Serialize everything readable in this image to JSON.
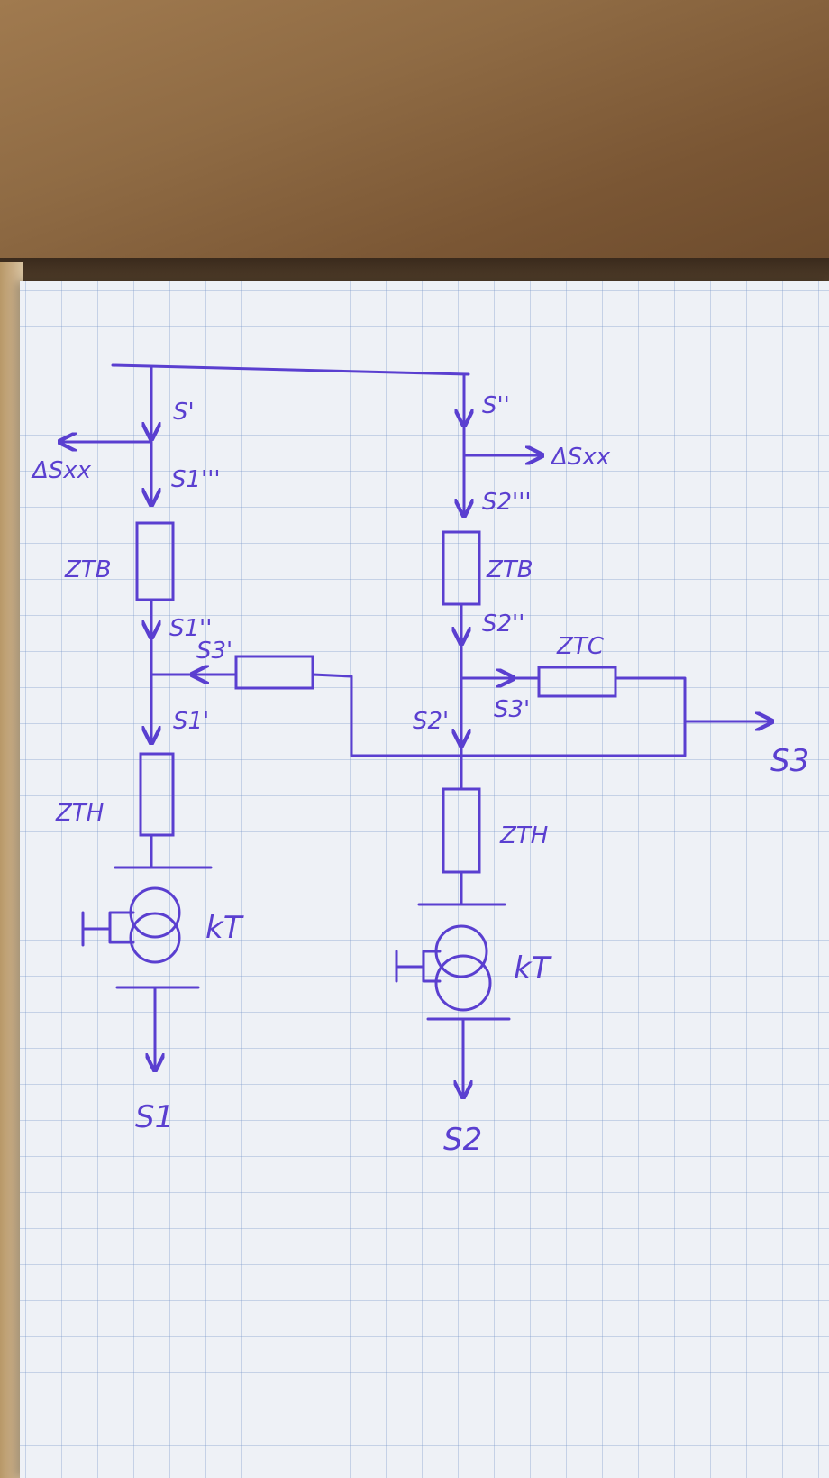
{
  "labels": {
    "s1_prime": "S'",
    "s1_triple": "S1'''",
    "ds_xx_left": "ΔSxx",
    "z_tv_left": "ZTB",
    "s1_double": "S1''",
    "s3_prime_left": "S3'",
    "s1_single": "S1'",
    "z_tn_left": "ZTH",
    "k_t_left": "kT",
    "s1_load": "S1",
    "s2_double_top": "S''",
    "ds_xx_right": "ΔSxx",
    "s2_triple": "S2'''",
    "z_tv_right": "ZTB",
    "s2_double": "S2''",
    "z_tc": "ZTC",
    "s3_prime_right": "S3'",
    "s2_single": "S2'",
    "s3_load": "S3",
    "z_tn_right": "ZTH",
    "k_t_right": "kT",
    "s2_load": "S2"
  },
  "colors": {
    "ink": "#5a3fd0",
    "paper": "#eef1f6",
    "grid": "#96b0d8",
    "desk": "#8f6b44"
  }
}
